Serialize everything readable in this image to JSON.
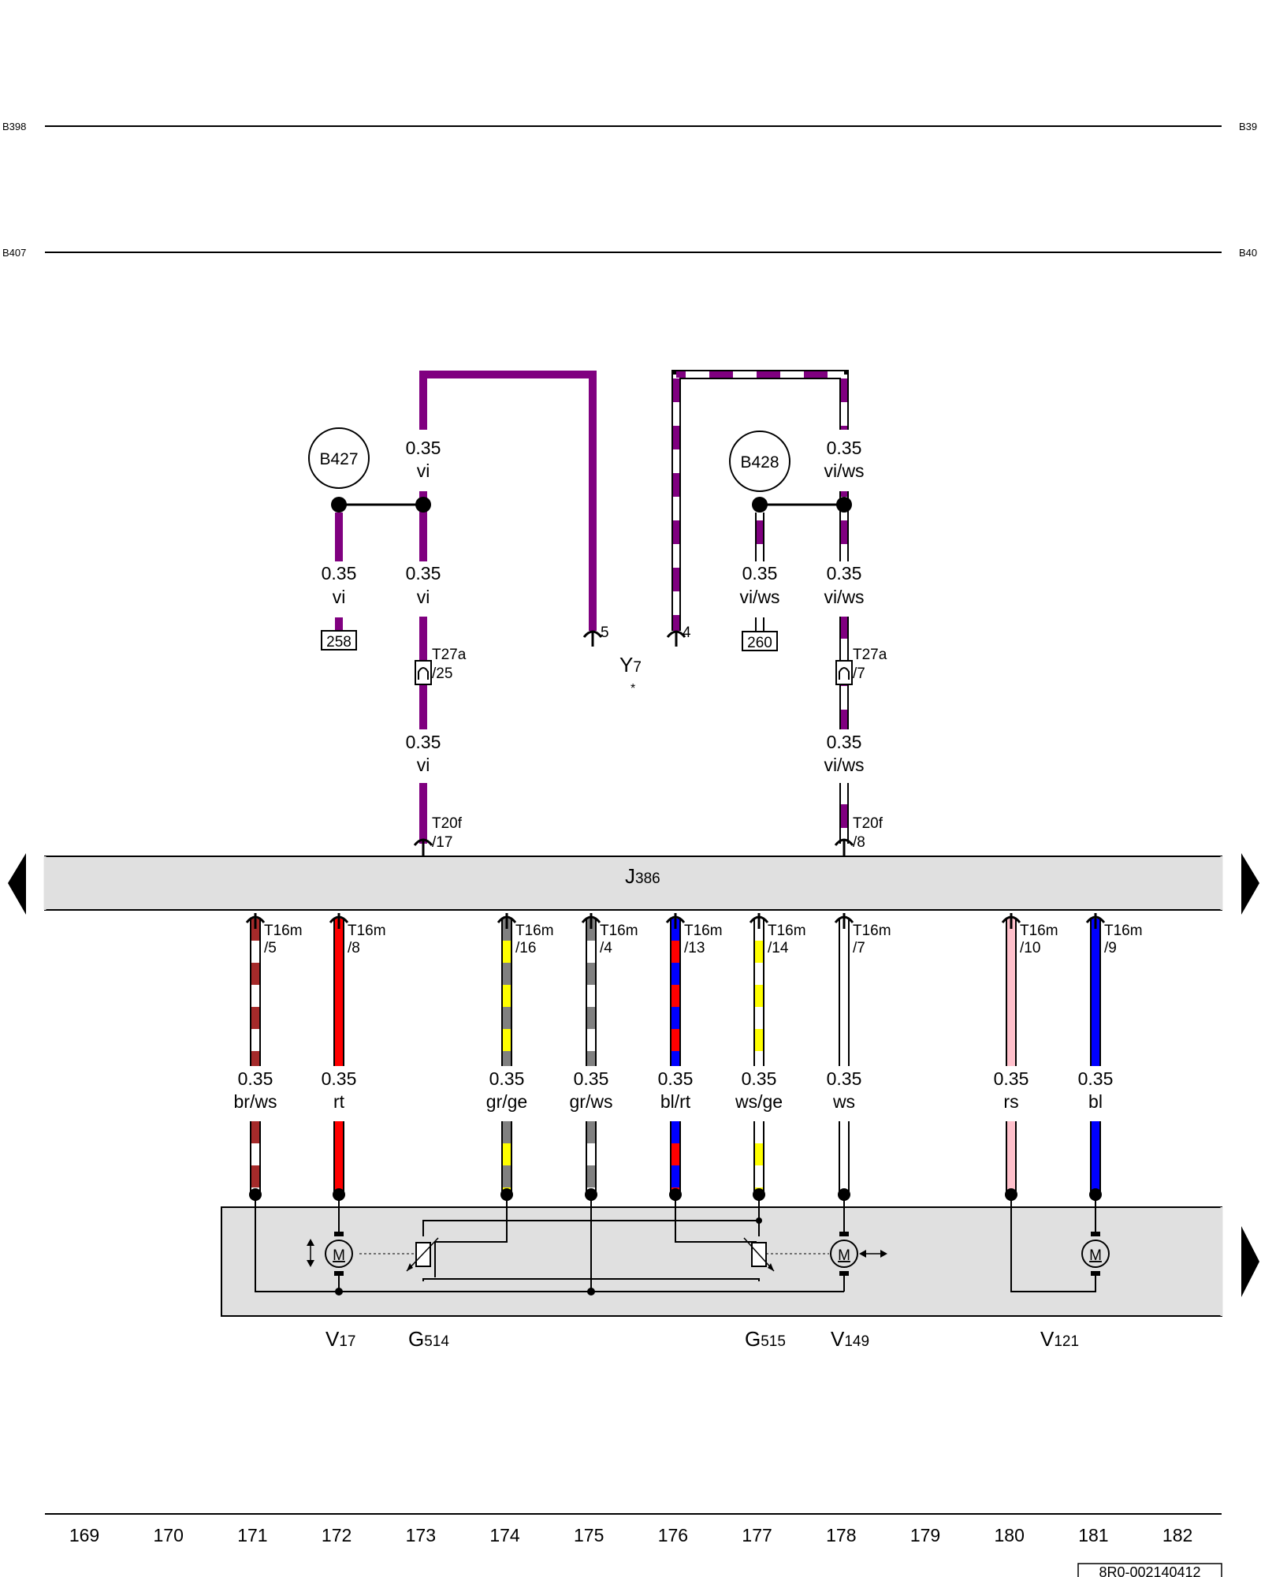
{
  "edge_labels": {
    "top_left": "B398",
    "top_right": "B39",
    "second_left": "B407",
    "second_right": "B40"
  },
  "references": {
    "b427": "B427",
    "b428": "B428",
    "ref_258": "258",
    "ref_260": "260"
  },
  "upper_wires": {
    "left_main_gauge": "0.35",
    "left_main_color": "vi",
    "left_branch_gauge": "0.35",
    "left_branch_color": "vi",
    "left_drop_gauge": "0.35",
    "left_drop_color": "vi",
    "left_lower_gauge": "0.35",
    "left_lower_color": "vi",
    "right_main_gauge": "0.35",
    "right_main_color": "vi/ws",
    "right_branch_gauge": "0.35",
    "right_branch_color": "vi/ws",
    "right_drop_gauge": "0.35",
    "right_drop_color": "vi/ws",
    "right_lower_gauge": "0.35",
    "right_lower_color": "vi/ws"
  },
  "connectors": {
    "t27a_left_name": "T27a",
    "t27a_left_pin": "/25",
    "t27a_right_name": "T27a",
    "t27a_right_pin": "/7",
    "t20f_left_name": "T20f",
    "t20f_left_pin": "/17",
    "t20f_right_name": "T20f",
    "t20f_right_pin": "/8",
    "y7_pin_left": "5",
    "y7_pin_right": "4"
  },
  "components": {
    "y7_letter": "Y",
    "y7_num": "7",
    "y7_note": "*",
    "j386_letter": "J",
    "j386_num": "386",
    "v17_letter": "V",
    "v17_num": "17",
    "g514_letter": "G",
    "g514_num": "514",
    "g515_letter": "G",
    "g515_num": "515",
    "v149_letter": "V",
    "v149_num": "149",
    "v121_letter": "V",
    "v121_num": "121",
    "motor_symbol": "M"
  },
  "lower_wires": [
    {
      "connector": "T16m",
      "pin": "/5",
      "gauge": "0.35",
      "color": "br/ws",
      "colors": [
        "#a52a2a",
        "#ffffff"
      ]
    },
    {
      "connector": "T16m",
      "pin": "/8",
      "gauge": "0.35",
      "color": "rt",
      "colors": [
        "#ff0000"
      ]
    },
    {
      "connector": "T16m",
      "pin": "/16",
      "gauge": "0.35",
      "color": "gr/ge",
      "colors": [
        "#808080",
        "#ffff00"
      ]
    },
    {
      "connector": "T16m",
      "pin": "/4",
      "gauge": "0.35",
      "color": "gr/ws",
      "colors": [
        "#808080",
        "#ffffff"
      ]
    },
    {
      "connector": "T16m",
      "pin": "/13",
      "gauge": "0.35",
      "color": "bl/rt",
      "colors": [
        "#0000ff",
        "#ff0000"
      ]
    },
    {
      "connector": "T16m",
      "pin": "/14",
      "gauge": "0.35",
      "color": "ws/ge",
      "colors": [
        "#ffffff",
        "#ffff00"
      ]
    },
    {
      "connector": "T16m",
      "pin": "/7",
      "gauge": "0.35",
      "color": "ws",
      "colors": [
        "#ffffff"
      ]
    },
    {
      "connector": "T16m",
      "pin": "/10",
      "gauge": "0.35",
      "color": "rs",
      "colors": [
        "#ffc0cb"
      ]
    },
    {
      "connector": "T16m",
      "pin": "/9",
      "gauge": "0.35",
      "color": "bl",
      "colors": [
        "#0000ff"
      ]
    }
  ],
  "columns": [
    "169",
    "170",
    "171",
    "172",
    "173",
    "174",
    "175",
    "176",
    "177",
    "178",
    "179",
    "180",
    "181",
    "182"
  ],
  "document_code": "8R0-002140412",
  "colors": {
    "violet": "#800080",
    "white": "#ffffff",
    "panel_gray": "#e0e0e0",
    "line": "#000000"
  }
}
